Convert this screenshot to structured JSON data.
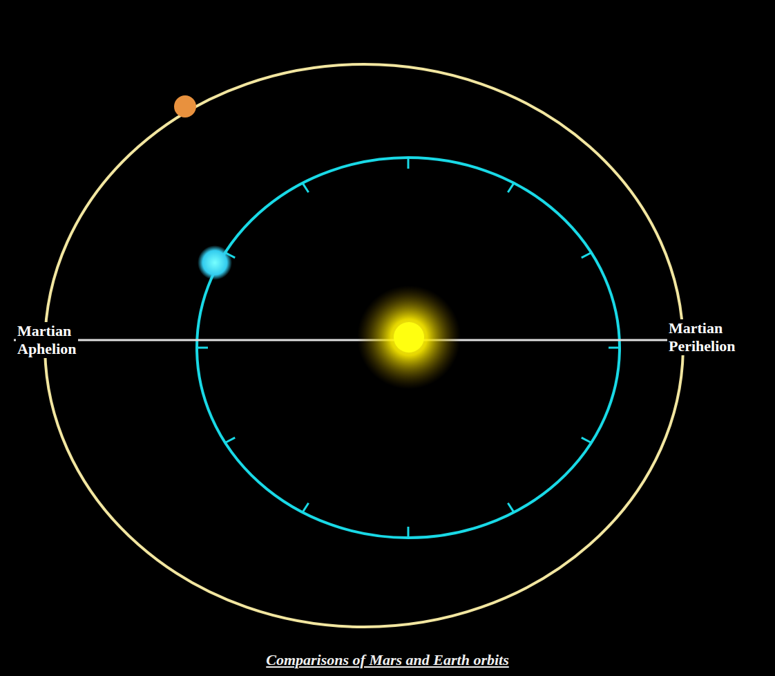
{
  "diagram": {
    "caption": "Comparisons of Mars and Earth orbits",
    "labels": [
      "Martian Aphelion",
      "Martian Perihelion"
    ]
  }
}
